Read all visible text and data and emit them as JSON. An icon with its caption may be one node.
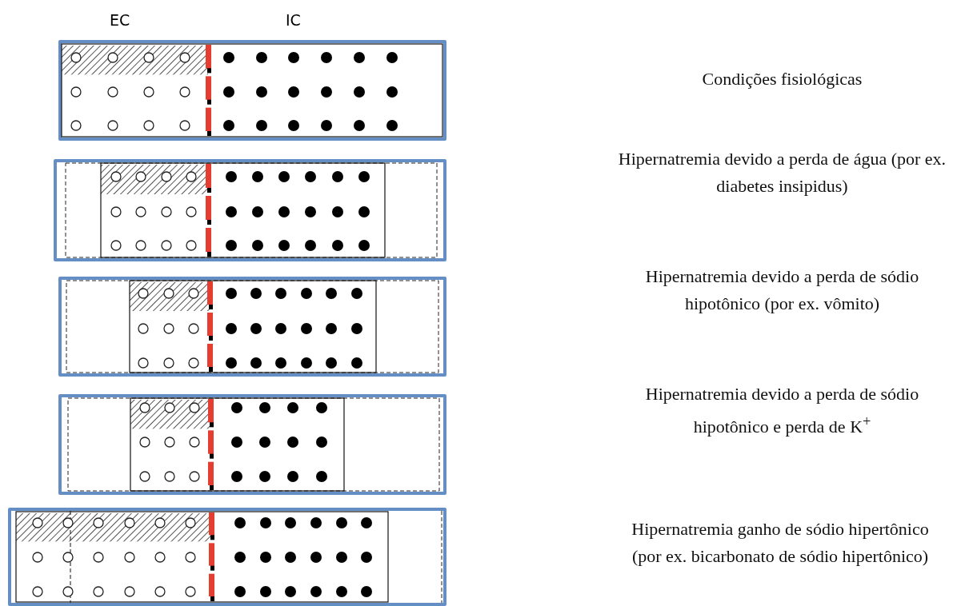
{
  "diagram": {
    "nodes": [
      {
        "text": [],
        "shape": "box"
      },
      {
        "text": [],
        "shape": "box"
      },
      {
        "text": [],
        "shape": "box"
      },
      {
        "text": [],
        "shape": "box"
      },
      {
        "text": [],
        "shape": "box"
      }
    ],
    "labels": [
      "EC",
      "IC",
      "Condições fisiológicas",
      "Hipernatremia devido a perda de água (por ex. diabetes insipidus)",
      "Hipernatremia devido a perda de sódio hipotônico (por ex. vômito)",
      "Hipernatremia devido a perda de sódio hipotônico e perda de K$^{+}$",
      "Hipernatremia ganho de sódio hipertônico (por ex. bicarbonato de sódio hipertônico)"
    ]
  }
}
